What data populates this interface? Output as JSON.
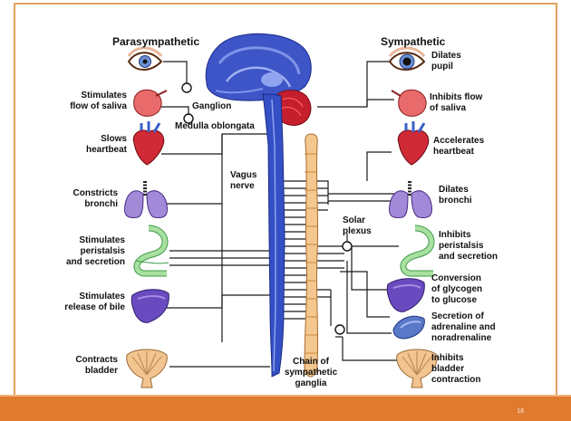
{
  "slide": {
    "page_number": "18"
  },
  "headings": {
    "parasympathetic": "Parasympathetic",
    "sympathetic": "Sympathetic"
  },
  "parasympathetic": {
    "saliva": [
      "Stimulates",
      "flow of saliva"
    ],
    "heart": [
      "Slows",
      "heartbeat"
    ],
    "bronchi": [
      "Constricts",
      "bronchi"
    ],
    "peristalsis": [
      "Stimulates",
      "peristalsis",
      "and secretion"
    ],
    "bile": [
      "Stimulates",
      "release of bile"
    ],
    "bladder": [
      "Contracts",
      "bladder"
    ]
  },
  "center": {
    "ganglion": "Ganglion",
    "medulla": "Medulla oblongata",
    "vagus": [
      "Vagus",
      "nerve"
    ],
    "solar": [
      "Solar",
      "plexus"
    ],
    "chain": [
      "Chain of",
      "sympathetic",
      "ganglia"
    ]
  },
  "sympathetic": {
    "pupil": [
      "Dilates",
      "pupil"
    ],
    "saliva": [
      "Inhibits flow",
      "of saliva"
    ],
    "heart": [
      "Accelerates",
      "heartbeat"
    ],
    "bronchi": [
      "Dilates",
      "bronchi"
    ],
    "peristalsis": [
      "Inhibits",
      "peristalsis",
      "and secretion"
    ],
    "glycogen": [
      "Conversion",
      "of glycogen",
      "to glucose"
    ],
    "adrenaline": [
      "Secretion of",
      "adrenaline and",
      "noradrenaline"
    ],
    "bladder": [
      "Inhibits",
      "bladder",
      "contraction"
    ]
  },
  "colors": {
    "footer": "#e07a2f",
    "frame": "#e2a25e",
    "spinal_cord": "#3550c4",
    "ganglia_chain": "#f4c78e"
  }
}
